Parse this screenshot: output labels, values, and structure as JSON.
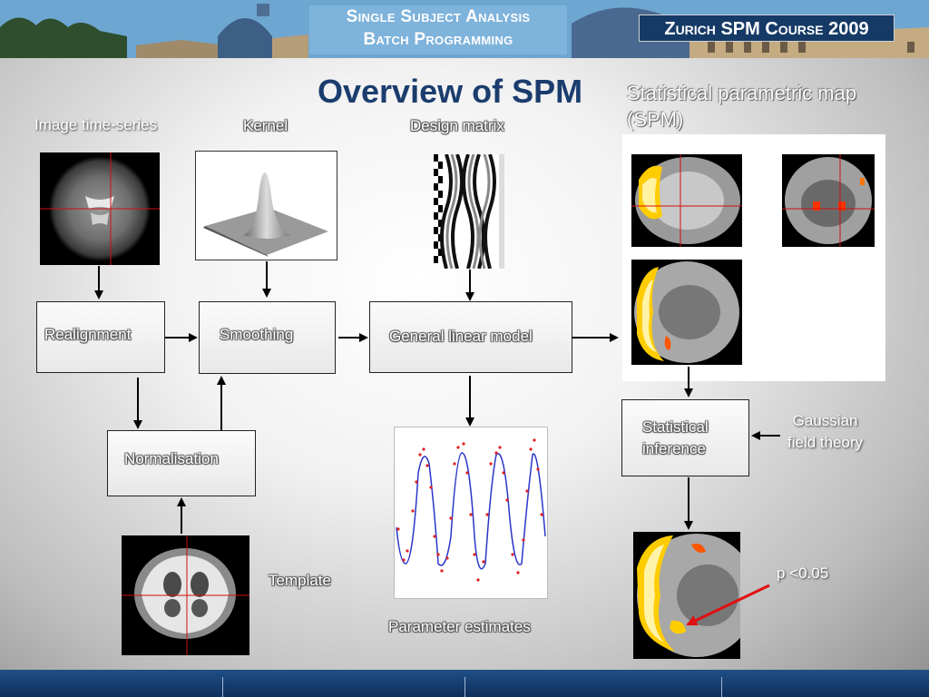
{
  "header": {
    "course_title_line1": "Single Subject Analysis",
    "course_title_line2": "Batch Programming",
    "course_name": "Zurich SPM Course 2009"
  },
  "slide": {
    "title": "Overview of SPM"
  },
  "labels": {
    "image_time_series": "Image time-series",
    "kernel": "Kernel",
    "design_matrix": "Design matrix",
    "spm_map_line1": "Statistical parametric map",
    "spm_map_line2": "(SPM)",
    "template": "Template",
    "parameter_estimates": "Parameter estimates",
    "gaussian_line1": "Gaussian",
    "gaussian_line2": "field theory",
    "p_value": "p <0.05"
  },
  "boxes": {
    "realignment": "Realignment",
    "smoothing": "Smoothing",
    "glm": "General linear model",
    "normalisation": "Normalisation",
    "inference_line1": "Statistical",
    "inference_line2": "inference"
  },
  "colors": {
    "title": "#1b3d6e",
    "arrow": "#000000",
    "highlight_arrow": "#e01010",
    "fit_curve": "#2a35c8",
    "data_points": "#e02020"
  },
  "icons": {
    "brain_scan": "brain-mri-axial",
    "gaussian_kernel": "gaussian-surface",
    "activation": "spm-activation-overlay"
  }
}
